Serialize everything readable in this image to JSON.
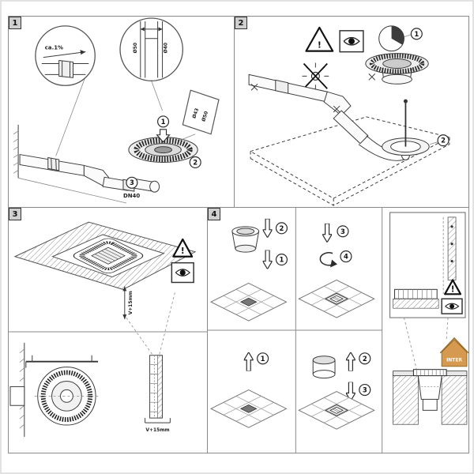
{
  "page": {
    "background": "#ffffff",
    "border_color": "#e2e2e2",
    "line_color": "#3c3c3c"
  },
  "icons": {
    "warning_mark": "!"
  },
  "panels": {
    "p1": {
      "badge": "1",
      "labels": {
        "slope": "ca.1%",
        "pipe_size": "DN40",
        "dia50_detail": "Ø50",
        "dia40_detail": "Ø40",
        "dia43": "Ø43",
        "dia50": "Ø50"
      },
      "steps": {
        "s1": "1",
        "s2": "2",
        "s3": "3"
      }
    },
    "p2": {
      "badge": "2",
      "steps": {
        "s1": "1",
        "s2": "2"
      }
    },
    "p3": {
      "badge": "3",
      "labels": {
        "height_detail_top": "V+15mm",
        "height_detail_bottom": "V+15mm"
      }
    },
    "p4": {
      "badge": "4",
      "steps": {
        "a_top": "2",
        "a_bottom": "1",
        "b_top": "3",
        "b_turn": "4",
        "c_up": "1",
        "d_up": "2",
        "d_down": "3"
      },
      "labels": {
        "brand": "INTER"
      }
    }
  }
}
